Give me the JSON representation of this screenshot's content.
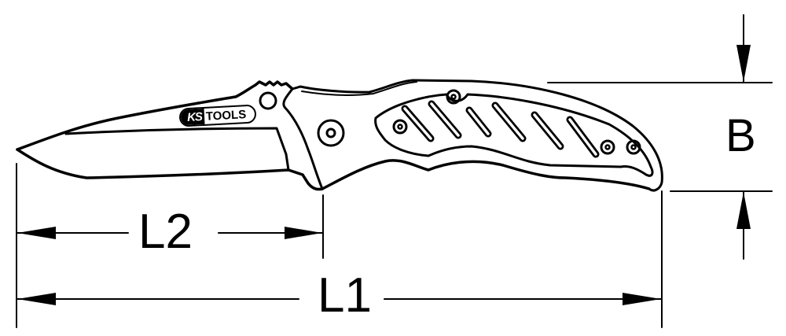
{
  "diagram": {
    "subject": "Folding knife dimension drawing",
    "brand_logo": {
      "part1": "KS",
      "part2": "TOOLS",
      "registered_mark": "®"
    },
    "dimensions": {
      "overall_length": {
        "label": "L1"
      },
      "blade_length": {
        "label": "L2"
      },
      "width": {
        "label": "B"
      }
    },
    "colors": {
      "line": "#000000",
      "background": "#ffffff"
    }
  }
}
